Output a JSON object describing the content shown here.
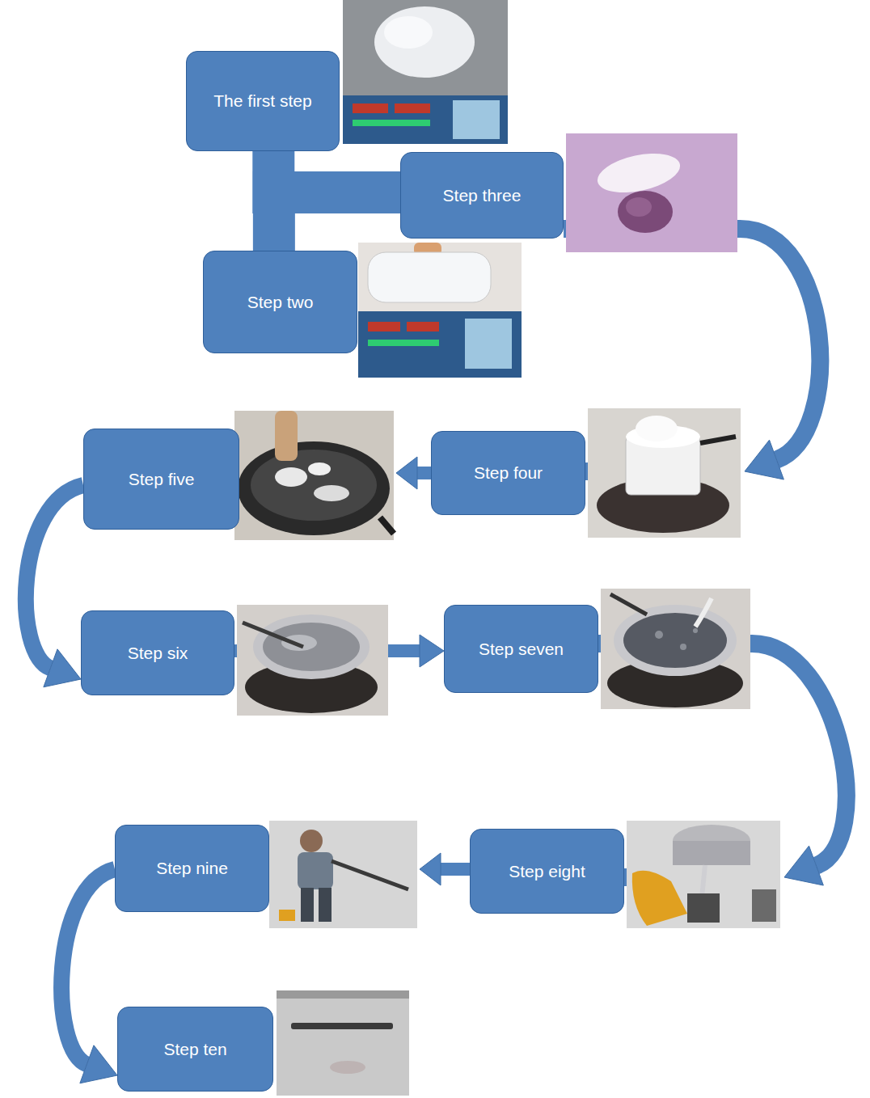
{
  "diagram": {
    "nodes": [
      {
        "text": [
          "The first step"
        ]
      },
      {
        "text": [
          "Step three"
        ]
      },
      {
        "text": [
          "Step two"
        ]
      },
      {
        "text": [
          "Step four"
        ]
      },
      {
        "text": [
          "Step five"
        ]
      },
      {
        "text": [
          "Step six"
        ]
      },
      {
        "text": [
          "Step seven"
        ]
      },
      {
        "text": [
          "Step eight"
        ]
      },
      {
        "text": [
          "Step nine"
        ]
      },
      {
        "text": [
          "Step ten"
        ]
      }
    ],
    "edges": [
      {
        "from": 0,
        "to": 1,
        "arrow": "none"
      },
      {
        "from": 2,
        "to": 1,
        "arrow": "none"
      },
      {
        "from": 1,
        "to": 3,
        "arrow": "to"
      },
      {
        "from": 3,
        "to": 4,
        "arrow": "to"
      },
      {
        "from": 4,
        "to": 5,
        "arrow": "to"
      },
      {
        "from": 5,
        "to": 6,
        "arrow": "to"
      },
      {
        "from": 6,
        "to": 7,
        "arrow": "to"
      },
      {
        "from": 7,
        "to": 8,
        "arrow": "to"
      },
      {
        "from": 8,
        "to": 9,
        "arrow": "to"
      }
    ]
  }
}
